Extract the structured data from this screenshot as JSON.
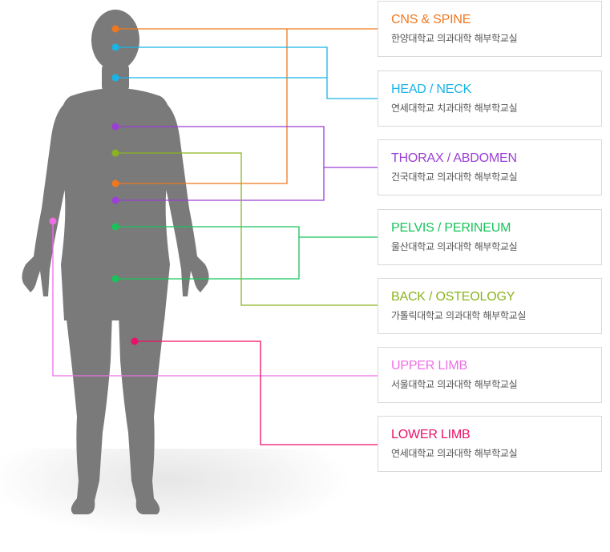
{
  "regions": [
    {
      "id": "cns-spine",
      "title": "CNS & SPINE",
      "subtitle": "한양대학교 의과대학 해부학교실",
      "color": "#f0771e"
    },
    {
      "id": "head-neck",
      "title": "HEAD / NECK",
      "subtitle": "연세대학교 치과대학 해부학교실",
      "color": "#18b4e8"
    },
    {
      "id": "thorax-abdomen",
      "title": "THORAX / ABDOMEN",
      "subtitle": "건국대학교 의과대학 해부학교실",
      "color": "#9b3fd6"
    },
    {
      "id": "pelvis-perineum",
      "title": "PELVIS / PERINEUM",
      "subtitle": "울산대학교 의과대학 해부학교실",
      "color": "#18c45a"
    },
    {
      "id": "back-osteology",
      "title": "BACK / OSTEOLOGY",
      "subtitle": "가톨릭대학교 의과대학 해부학교실",
      "color": "#8ab31f"
    },
    {
      "id": "upper-limb",
      "title": "UPPER LIMB",
      "subtitle": "서울대학교 의과대학 해부학교실",
      "color": "#ee6ee6"
    },
    {
      "id": "lower-limb",
      "title": "LOWER LIMB",
      "subtitle": "연세대학교 의과대학 해부학교실",
      "color": "#ea1068"
    }
  ]
}
